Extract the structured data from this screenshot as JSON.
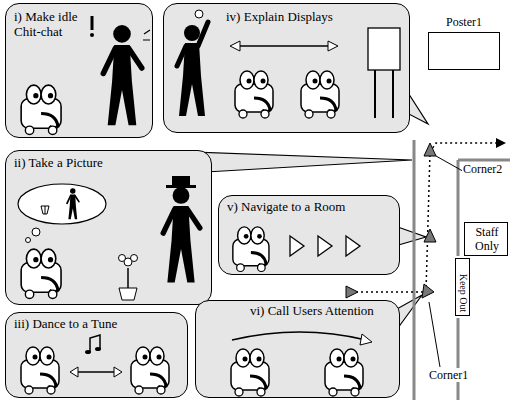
{
  "diagram": {
    "nodes": [
      {
        "text": [
          "i) Make idle Chit-chat"
        ]
      },
      {
        "text": [
          "iv) Explain Displays"
        ]
      },
      {
        "text": [
          "Poster1"
        ]
      },
      {
        "text": [
          "ii) Take a Picture"
        ]
      },
      {
        "text": [
          "v) Navigate to a Room"
        ]
      },
      {
        "text": [
          "Staff Only"
        ]
      },
      {
        "text": [
          "Keep Out"
        ]
      },
      {
        "text": [
          "iii) Dance to a Tune"
        ]
      },
      {
        "text": [
          "vi) Call Users Attention"
        ]
      }
    ],
    "labels": [
      "Corner2",
      "Corner1"
    ]
  }
}
